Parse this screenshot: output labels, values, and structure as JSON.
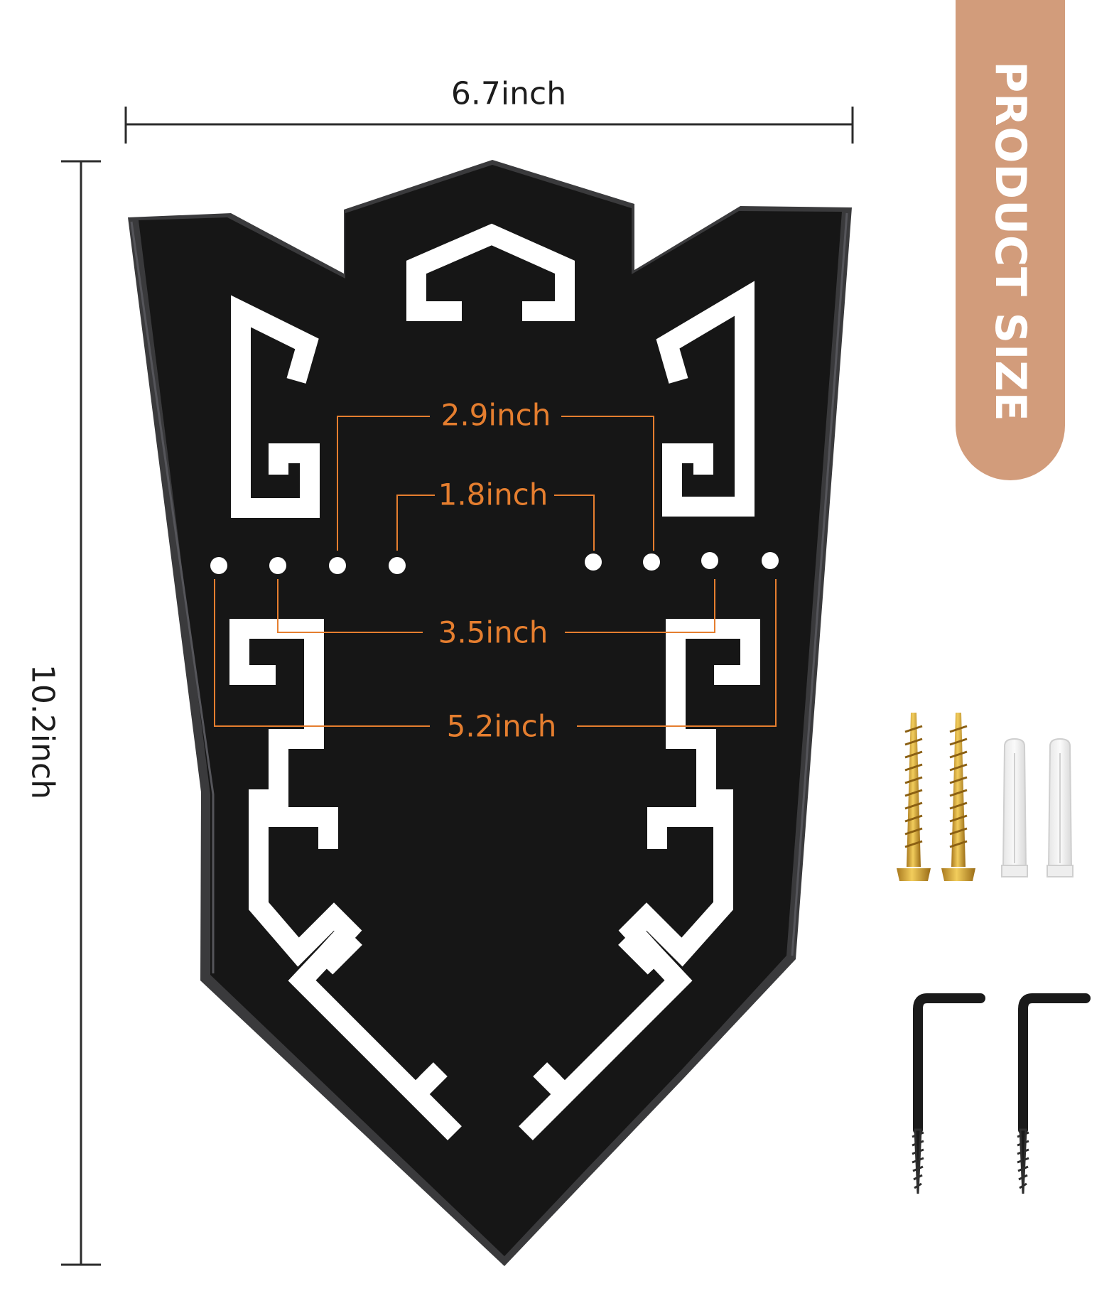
{
  "banner": {
    "title": "PRODUCT SIZE",
    "color": "#d29c7b"
  },
  "dimensions": {
    "width": "6.7inch",
    "height": "10.2inch"
  },
  "hole_spacing": {
    "a": "2.9inch",
    "b": "1.8inch",
    "c": "3.5inch",
    "d": "5.2inch",
    "color": "#e57e2f"
  },
  "product": {
    "body_color": "#1c1c1c",
    "edge_color": "#3a3a3c",
    "cutout_color": "#ffffff"
  },
  "accessories": {
    "items": [
      "screw",
      "screw",
      "wall-anchor",
      "wall-anchor",
      "l-hook",
      "l-hook"
    ]
  }
}
